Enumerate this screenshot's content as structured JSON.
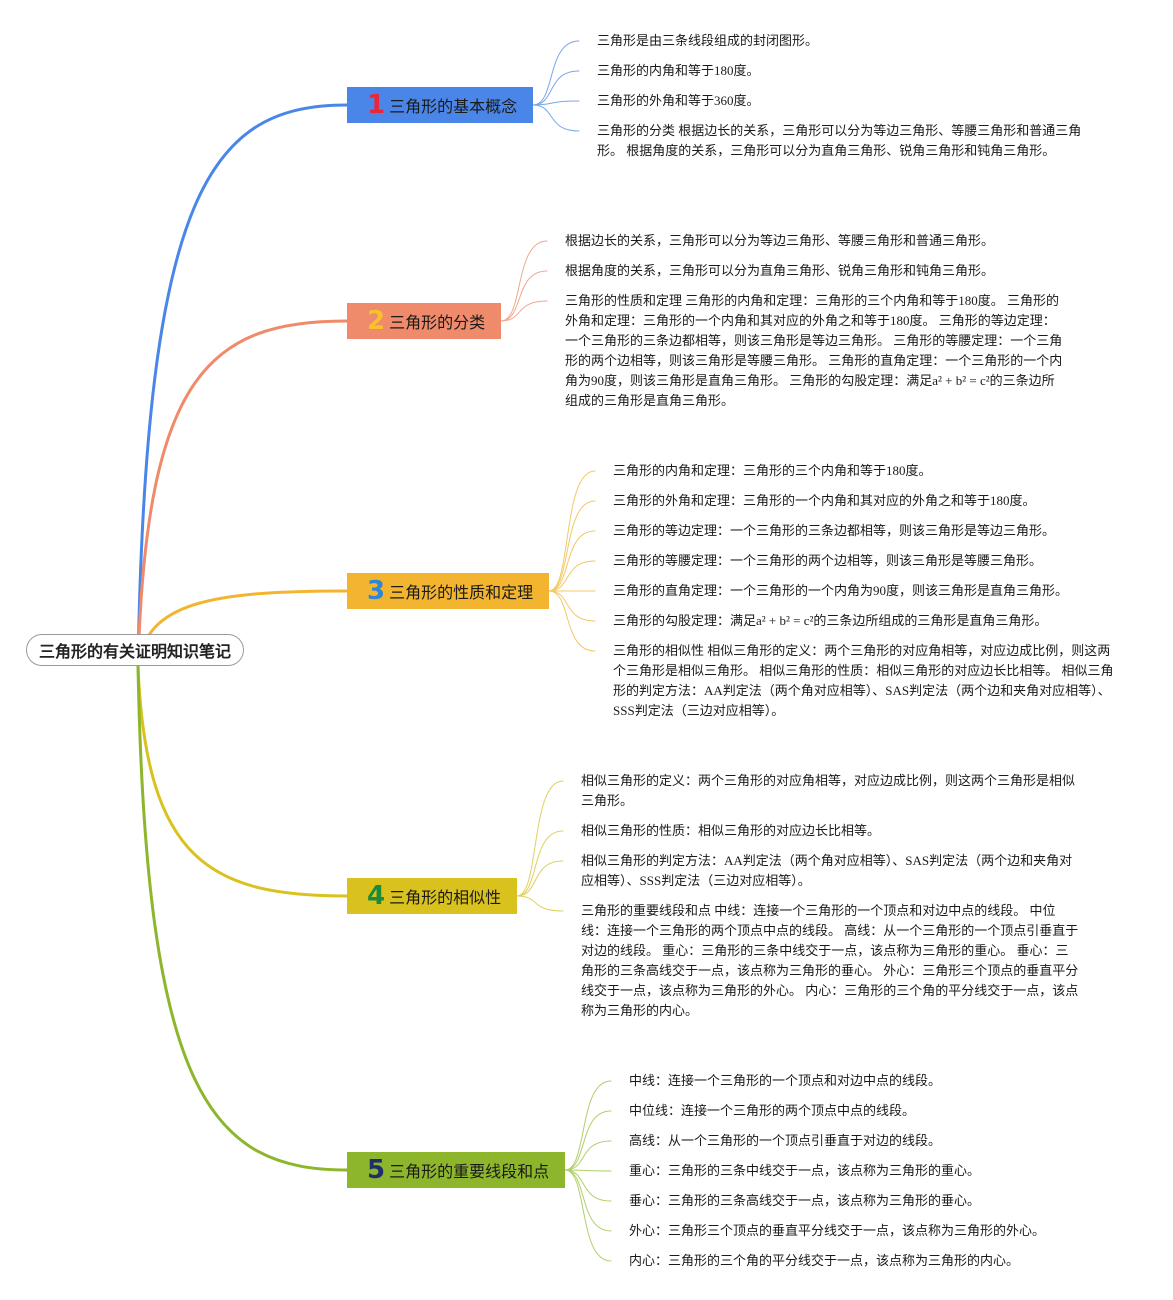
{
  "root": {
    "label": "三角形的有关证明知识笔记"
  },
  "topics": [
    {
      "number": "1",
      "label": "三角形的基本概念",
      "fill": "#4a86e8",
      "number_color": "#e8283a",
      "line_color": "#4a86e8",
      "leaf_line_color": "#7aa7e8",
      "leaves": [
        "三角形是由三条线段组成的封闭图形。",
        "三角形的内角和等于180度。",
        "三角形的外角和等于360度。",
        "三角形的分类 根据边长的关系，三角形可以分为等边三角形、等腰三角形和普通三角形。 根据角度的关系，三角形可以分为直角三角形、锐角三角形和钝角三角形。"
      ]
    },
    {
      "number": "2",
      "label": "三角形的分类",
      "fill": "#ef8a6a",
      "number_color": "#f5c22e",
      "line_color": "#ef8a6a",
      "leaf_line_color": "#f0a88e",
      "leaves": [
        "根据边长的关系，三角形可以分为等边三角形、等腰三角形和普通三角形。",
        "根据角度的关系，三角形可以分为直角三角形、锐角三角形和钝角三角形。",
        "三角形的性质和定理 三角形的内角和定理：三角形的三个内角和等于180度。 三角形的外角和定理：三角形的一个内角和其对应的外角之和等于180度。 三角形的等边定理：一个三角形的三条边都相等，则该三角形是等边三角形。 三角形的等腰定理：一个三角形的两个边相等，则该三角形是等腰三角形。 三角形的直角定理：一个三角形的一个内角为90度，则该三角形是直角三角形。 三角形的勾股定理：满足a² + b² = c²的三条边所组成的三角形是直角三角形。"
      ]
    },
    {
      "number": "3",
      "label": "三角形的性质和定理",
      "fill": "#f3b52f",
      "number_color": "#2e86d6",
      "line_color": "#f3b52f",
      "leaf_line_color": "#f3c864",
      "leaves": [
        "三角形的内角和定理：三角形的三个内角和等于180度。",
        "三角形的外角和定理：三角形的一个内角和其对应的外角之和等于180度。",
        "三角形的等边定理：一个三角形的三条边都相等，则该三角形是等边三角形。",
        "三角形的等腰定理：一个三角形的两个边相等，则该三角形是等腰三角形。",
        "三角形的直角定理：一个三角形的一个内角为90度，则该三角形是直角三角形。",
        "三角形的勾股定理：满足a² + b² = c²的三条边所组成的三角形是直角三角形。",
        "三角形的相似性 相似三角形的定义：两个三角形的对应角相等，对应边成比例，则这两个三角形是相似三角形。 相似三角形的性质：相似三角形的对应边长比相等。 相似三角形的判定方法：AA判定法（两个角对应相等）、SAS判定法（两个边和夹角对应相等）、SSS判定法（三边对应相等）。"
      ]
    },
    {
      "number": "4",
      "label": "三角形的相似性",
      "fill": "#d9c21e",
      "number_color": "#1b8a3a",
      "line_color": "#d9c21e",
      "leaf_line_color": "#e0d060",
      "leaves": [
        "相似三角形的定义：两个三角形的对应角相等，对应边成比例，则这两个三角形是相似三角形。",
        "相似三角形的性质：相似三角形的对应边长比相等。",
        "相似三角形的判定方法：AA判定法（两个角对应相等）、SAS判定法（两个边和夹角对应相等）、SSS判定法（三边对应相等）。",
        "三角形的重要线段和点 中线：连接一个三角形的一个顶点和对边中点的线段。 中位线：连接一个三角形的两个顶点中点的线段。 高线：从一个三角形的一个顶点引垂直于对边的线段。 重心：三角形的三条中线交于一点，该点称为三角形的重心。 垂心：三角形的三条高线交于一点，该点称为三角形的垂心。 外心：三角形三个顶点的垂直平分线交于一点，该点称为三角形的外心。 内心：三角形的三个角的平分线交于一点，该点称为三角形的内心。"
      ]
    },
    {
      "number": "5",
      "label": "三角形的重要线段和点",
      "fill": "#8db62c",
      "number_color": "#1f2f6b",
      "line_color": "#8db62c",
      "leaf_line_color": "#b0cf6a",
      "leaves": [
        "中线：连接一个三角形的一个顶点和对边中点的线段。",
        "中位线：连接一个三角形的两个顶点中点的线段。",
        "高线：从一个三角形的一个顶点引垂直于对边的线段。",
        "重心：三角形的三条中线交于一点，该点称为三角形的重心。",
        "垂心：三角形的三条高线交于一点，该点称为三角形的垂心。",
        "外心：三角形三个顶点的垂直平分线交于一点，该点称为三角形的外心。",
        "内心：三角形的三个角的平分线交于一点，该点称为三角形的内心。"
      ]
    }
  ]
}
